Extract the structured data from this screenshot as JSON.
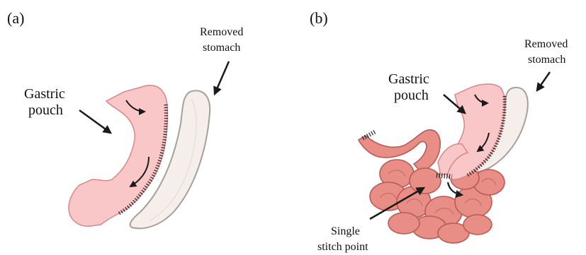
{
  "panels": [
    {
      "label": "(a)",
      "removed_stomach": {
        "line1": "Removed",
        "line2": "stomach"
      },
      "gastric_pouch": {
        "line1": "Gastric",
        "line2": "pouch"
      }
    },
    {
      "label": "(b)",
      "removed_stomach": {
        "line1": "Removed",
        "line2": "stomach"
      },
      "gastric_pouch": {
        "line1": "Gastric",
        "line2": "pouch"
      },
      "stitch": {
        "line1": "Single",
        "line2": "stitch point"
      }
    }
  ],
  "colors": {
    "stomach_fill": "#f9c7c7",
    "stomach_stroke": "#d98585",
    "removed_fill": "#f6eeea",
    "removed_stroke": "#a79f9a",
    "intestine_fill": "#e88e86",
    "intestine_stroke": "#b95a55",
    "arrow": "#1a1a1a"
  },
  "icons": [
    "flow-arrow-icon",
    "pointer-arrow-icon",
    "staple-line-icon"
  ]
}
